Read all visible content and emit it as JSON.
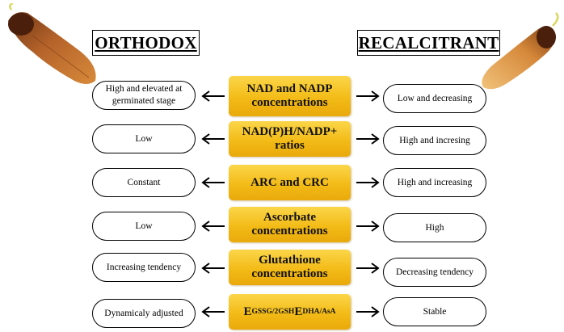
{
  "headers": {
    "left": "ORTHODOX",
    "right": "RECALCITRANT"
  },
  "rows": [
    {
      "left": "High and elevated at germinated stage",
      "center": "NAD and NADP concentrations",
      "right": "Low and decreasing"
    },
    {
      "left": "Low",
      "center": "NAD(P)H/NADP+ ratios",
      "right": "High and incresing"
    },
    {
      "left": "Constant",
      "center": "ARC and CRC",
      "right": "High and increasing"
    },
    {
      "left": "Low",
      "center": "Ascorbate concentrations",
      "right": "High"
    },
    {
      "left": "Increasing tendency",
      "center": "Glutathione concentrations",
      "right": "Decreasing tendency"
    },
    {
      "left": "Dynamicaly adjusted",
      "center_parts": [
        "E",
        "GSSG/2GSH",
        " E",
        "DHA/AsA"
      ],
      "right": "Stable"
    }
  ],
  "colors": {
    "box_top": "#fbd64a",
    "box_bottom": "#e9a90b",
    "seed_dark": "#5a2a12",
    "seed_light": "#e8a548"
  },
  "icons": [
    "maple-seed-left-image",
    "maple-seed-right-image"
  ]
}
